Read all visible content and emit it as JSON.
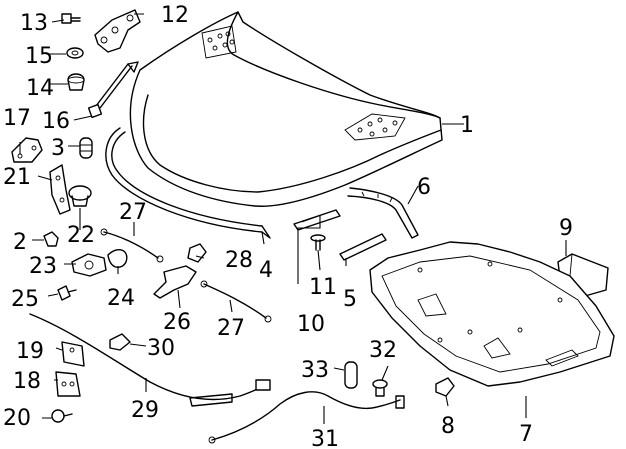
{
  "callouts": [
    {
      "id": "1",
      "text": "1"
    },
    {
      "id": "2",
      "text": "2"
    },
    {
      "id": "3",
      "text": "3"
    },
    {
      "id": "4",
      "text": "4"
    },
    {
      "id": "5",
      "text": "5"
    },
    {
      "id": "6",
      "text": "6"
    },
    {
      "id": "7",
      "text": "7"
    },
    {
      "id": "8",
      "text": "8"
    },
    {
      "id": "9",
      "text": "9"
    },
    {
      "id": "10",
      "text": "10"
    },
    {
      "id": "11",
      "text": "11"
    },
    {
      "id": "12",
      "text": "12"
    },
    {
      "id": "13",
      "text": "13"
    },
    {
      "id": "14",
      "text": "14"
    },
    {
      "id": "15",
      "text": "15"
    },
    {
      "id": "16",
      "text": "16"
    },
    {
      "id": "17",
      "text": "17"
    },
    {
      "id": "18",
      "text": "18"
    },
    {
      "id": "19",
      "text": "19"
    },
    {
      "id": "20",
      "text": "20"
    },
    {
      "id": "21",
      "text": "21"
    },
    {
      "id": "22",
      "text": "22"
    },
    {
      "id": "23",
      "text": "23"
    },
    {
      "id": "24",
      "text": "24"
    },
    {
      "id": "25",
      "text": "25"
    },
    {
      "id": "26",
      "text": "26"
    },
    {
      "id": "27a",
      "text": "27"
    },
    {
      "id": "27b",
      "text": "27"
    },
    {
      "id": "28",
      "text": "28"
    },
    {
      "id": "29",
      "text": "29"
    },
    {
      "id": "30",
      "text": "30"
    },
    {
      "id": "31",
      "text": "31"
    },
    {
      "id": "32",
      "text": "32"
    },
    {
      "id": "33",
      "text": "33"
    }
  ]
}
